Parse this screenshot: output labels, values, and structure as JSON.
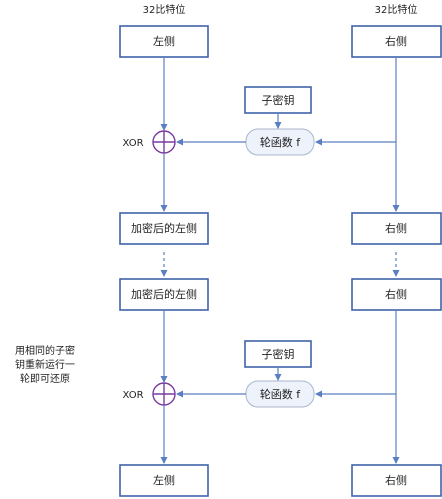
{
  "diagram": {
    "bits_label_left": "32比特位",
    "bits_label_right": "32比特位",
    "xor_label": "XOR",
    "top_left": "左侧",
    "top_right": "右侧",
    "subkey_1": "子密钥",
    "round_function_1": "轮函数 f",
    "mid_left_1": "加密后的左侧",
    "mid_right_1": "右侧",
    "mid_left_2": "加密后的左侧",
    "mid_right_2": "右侧",
    "subkey_2": "子密钥",
    "round_function_2": "轮函数 f",
    "bottom_left": "左侧",
    "bottom_right": "右侧",
    "note_lines": [
      "用相同的子密",
      "钥重新运行一",
      "轮即可还原"
    ]
  },
  "colors": {
    "box_border": "#3f63a8",
    "arrow": "#5a7fc0",
    "round_fill": "#eef2fb",
    "xor": "#7a3aa0"
  }
}
